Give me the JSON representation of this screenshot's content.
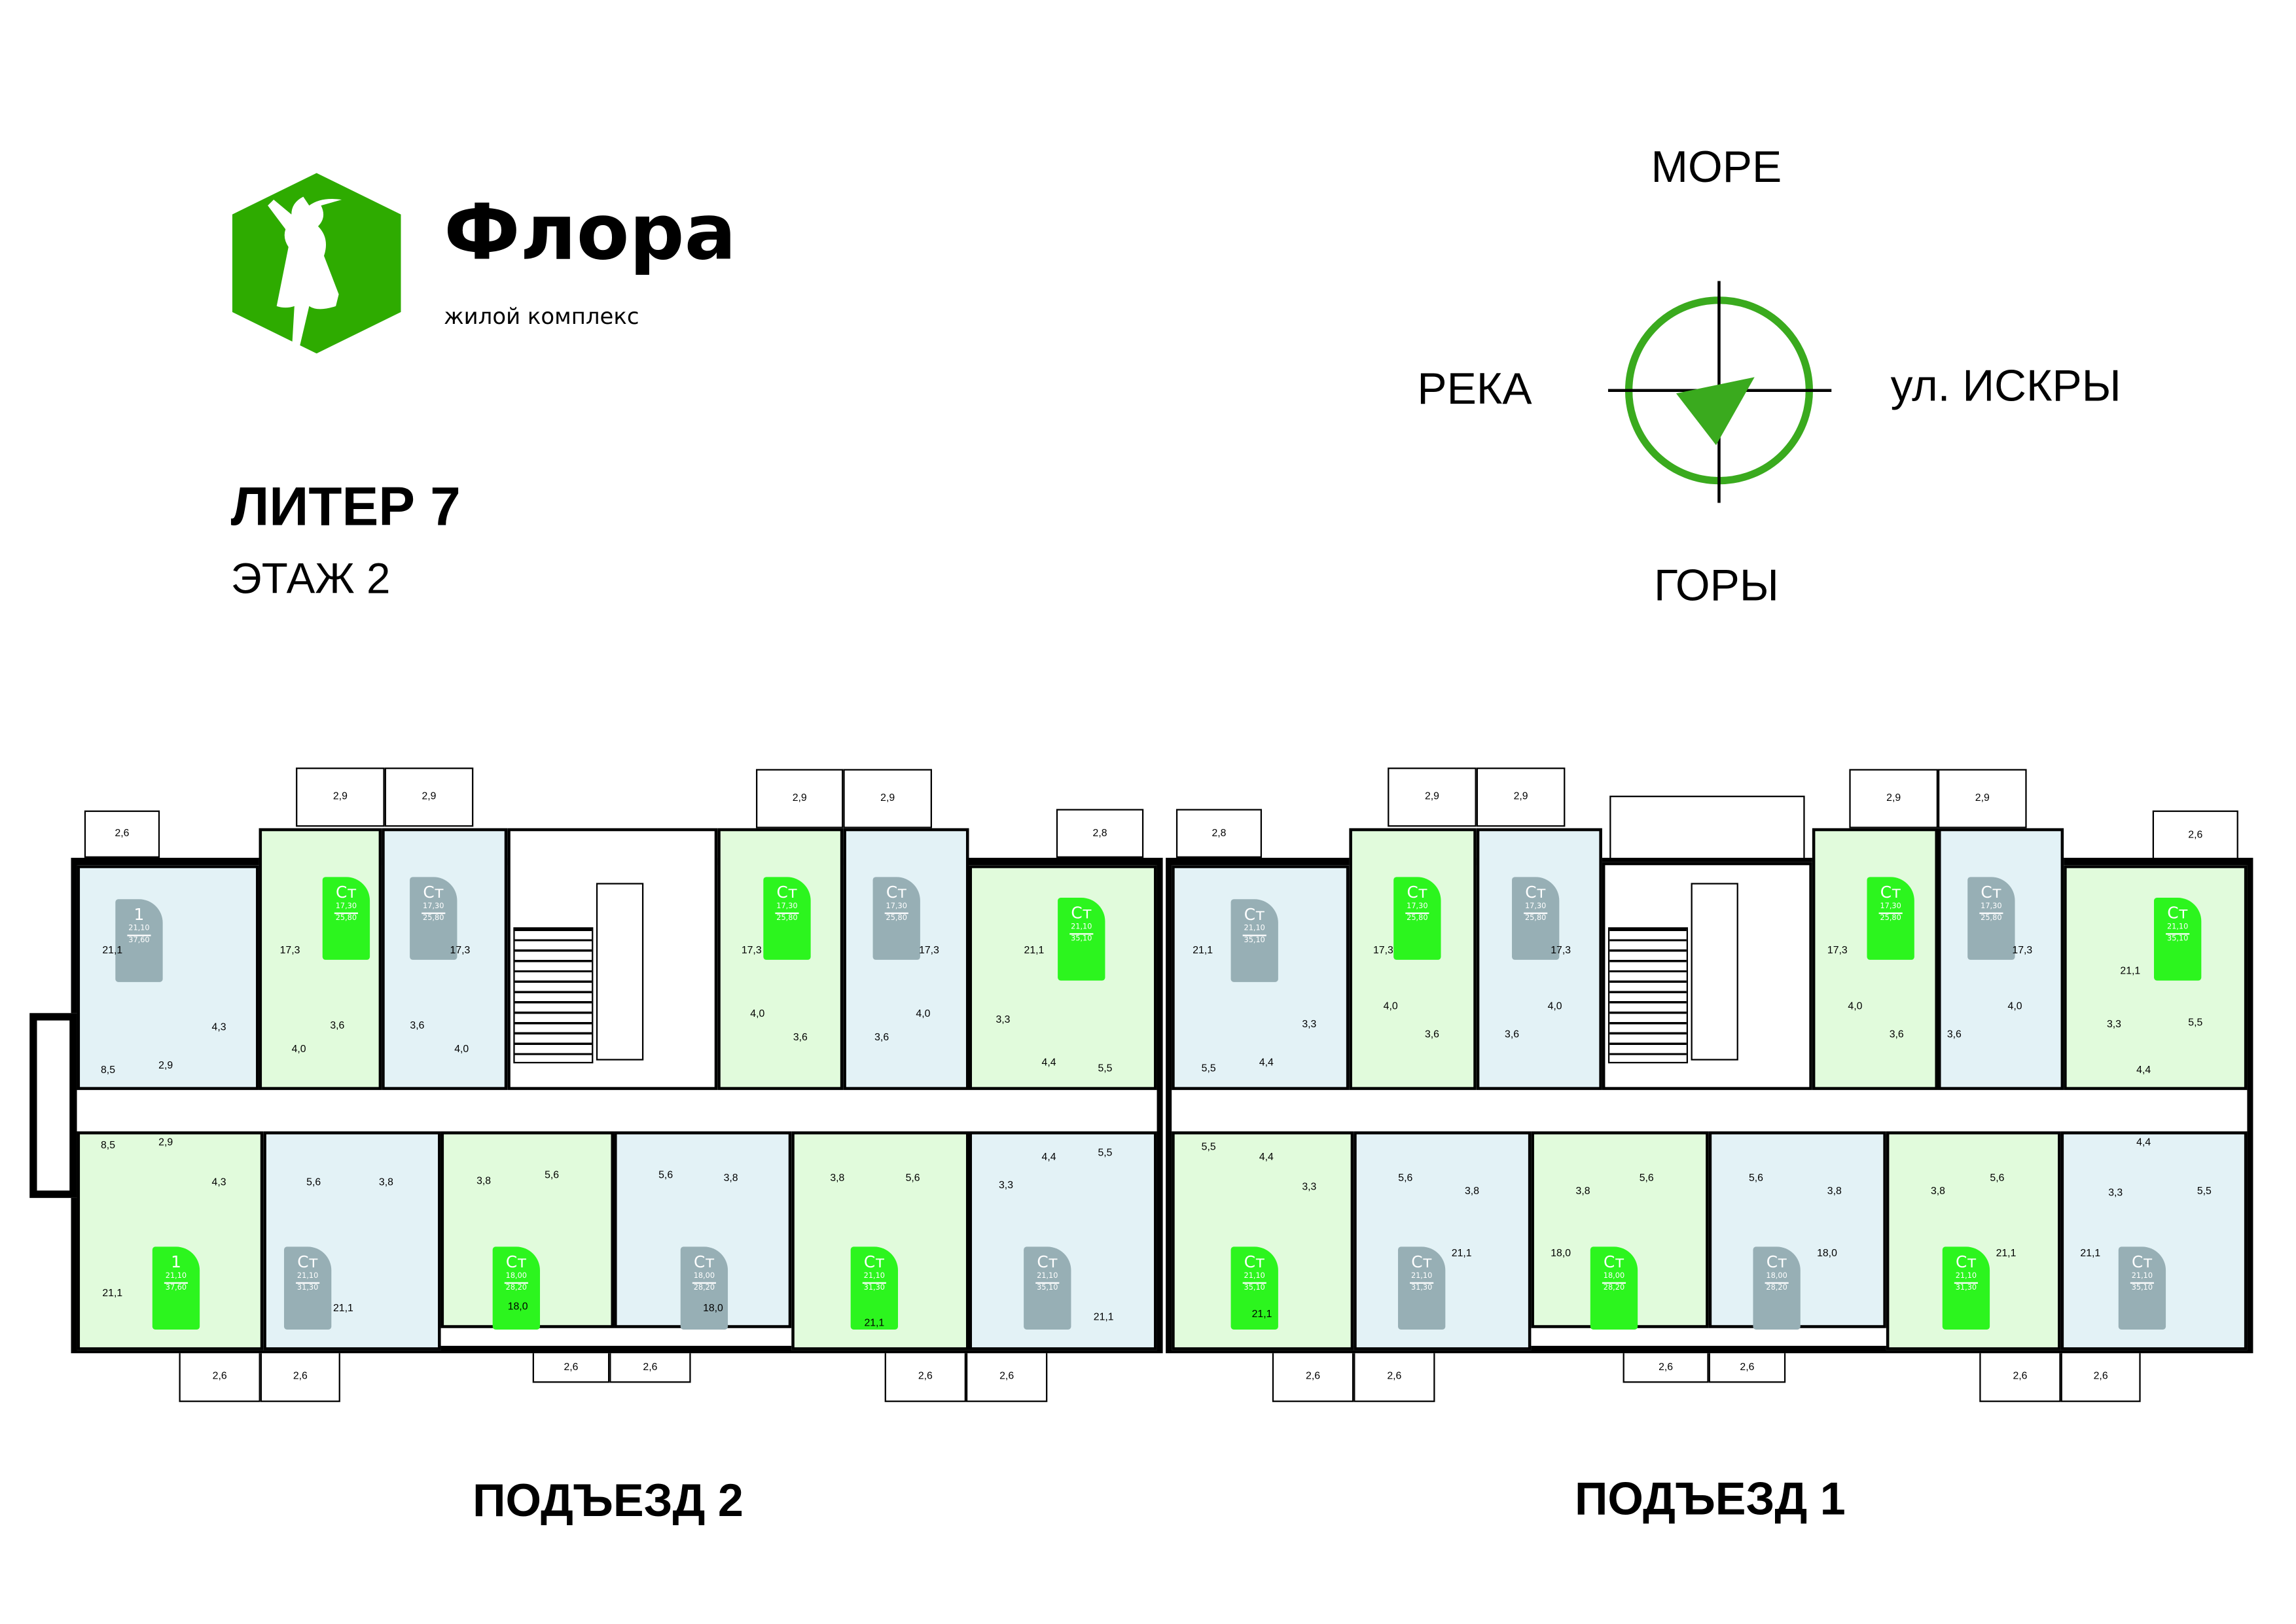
{
  "brand": {
    "name": "Флора",
    "subtitle": "жилой комплекс",
    "color": "#2eab00"
  },
  "building": {
    "liter": "ЛИТЕР 7",
    "floor": "ЭТАЖ 2"
  },
  "compass": {
    "north": "МОРЕ",
    "west": "РЕКА",
    "east": "ул. ИСКРЫ",
    "south": "ГОРЫ",
    "color": "#3aaa1e"
  },
  "entrances": [
    "ПОДЪЕЗД 2",
    "ПОДЪЕЗД 1"
  ],
  "colors": {
    "available_badge": "#2cf51e",
    "sold_badge": "#97afb5",
    "unit_green": "#e1fbdc",
    "unit_blue": "#e3f2f6"
  },
  "units": [
    {
      "type": "1",
      "living": "21,10",
      "total": "37,60",
      "status": "sold"
    },
    {
      "type": "Ст",
      "living": "17,30",
      "total": "25,80",
      "status": "available"
    },
    {
      "type": "Ст",
      "living": "17,30",
      "total": "25,80",
      "status": "sold"
    },
    {
      "type": "Ст",
      "living": "17,30",
      "total": "25,80",
      "status": "available"
    },
    {
      "type": "Ст",
      "living": "17,30",
      "total": "25,80",
      "status": "sold"
    },
    {
      "type": "Ст",
      "living": "21,10",
      "total": "35,10",
      "status": "available"
    },
    {
      "type": "1",
      "living": "21,10",
      "total": "37,60",
      "status": "available"
    },
    {
      "type": "Ст",
      "living": "21,10",
      "total": "31,30",
      "status": "sold"
    },
    {
      "type": "Ст",
      "living": "18,00",
      "total": "28,20",
      "status": "available"
    },
    {
      "type": "Ст",
      "living": "18,00",
      "total": "28,20",
      "status": "sold"
    },
    {
      "type": "Ст",
      "living": "21,10",
      "total": "31,30",
      "status": "available"
    },
    {
      "type": "Ст",
      "living": "21,10",
      "total": "35,10",
      "status": "sold"
    },
    {
      "type": "Ст",
      "living": "21,10",
      "total": "35,10",
      "status": "sold"
    },
    {
      "type": "Ст",
      "living": "17,30",
      "total": "25,80",
      "status": "available"
    },
    {
      "type": "Ст",
      "living": "17,30",
      "total": "25,80",
      "status": "sold"
    },
    {
      "type": "Ст",
      "living": "17,30",
      "total": "25,80",
      "status": "available"
    },
    {
      "type": "Ст",
      "living": "17,30",
      "total": "25,80",
      "status": "sold"
    },
    {
      "type": "Ст",
      "living": "21,10",
      "total": "35,10",
      "status": "available"
    },
    {
      "type": "Ст",
      "living": "21,10",
      "total": "35,10",
      "status": "available"
    },
    {
      "type": "Ст",
      "living": "21,10",
      "total": "31,30",
      "status": "sold"
    },
    {
      "type": "Ст",
      "living": "18,00",
      "total": "28,20",
      "status": "available"
    },
    {
      "type": "Ст",
      "living": "18,00",
      "total": "28,20",
      "status": "sold"
    },
    {
      "type": "Ст",
      "living": "21,10",
      "total": "31,30",
      "status": "available"
    },
    {
      "type": "Ст",
      "living": "21,10",
      "total": "35,10",
      "status": "sold"
    }
  ],
  "balconies": [
    "2,6",
    "2,9",
    "2,9",
    "2,9",
    "2,9",
    "2,8",
    "2,8",
    "2,9",
    "2,9",
    "2,9",
    "2,9",
    "2,6",
    "2,6",
    "2,6",
    "2,6",
    "2,6",
    "2,6",
    "2,6",
    "2,6",
    "2,6",
    "2,6",
    "2,6",
    "2,6",
    "2,6"
  ],
  "room_areas": [
    "21,1",
    "17,3",
    "17,3",
    "17,3",
    "17,3",
    "21,1",
    "4,0",
    "4,0",
    "4,0",
    "4,0",
    "3,6",
    "3,6",
    "3,6",
    "3,6",
    "4,3",
    "4,3",
    "3,3",
    "3,3",
    "4,4",
    "4,4",
    "5,5",
    "5,5",
    "8,5",
    "8,5",
    "2,9",
    "2,9",
    "5,6",
    "5,6",
    "5,6",
    "5,6",
    "3,8",
    "3,8",
    "3,8",
    "3,8",
    "21,1",
    "21,1",
    "18,0",
    "18,0",
    "21,1",
    "21,1",
    "21,1",
    "17,3",
    "17,3",
    "17,3",
    "17,3",
    "21,1",
    "4,0",
    "4,0",
    "4,0",
    "4,0",
    "3,6",
    "3,6",
    "3,6",
    "3,6",
    "3,3",
    "3,3",
    "3,3",
    "3,3",
    "5,5",
    "5,5",
    "5,5",
    "5,5",
    "4,4",
    "4,4",
    "4,4",
    "4,4",
    "5,6",
    "5,6",
    "5,6",
    "5,6",
    "3,8",
    "3,8",
    "3,8",
    "3,8",
    "21,1",
    "21,1",
    "18,0",
    "18,0",
    "21,1",
    "21,1"
  ]
}
